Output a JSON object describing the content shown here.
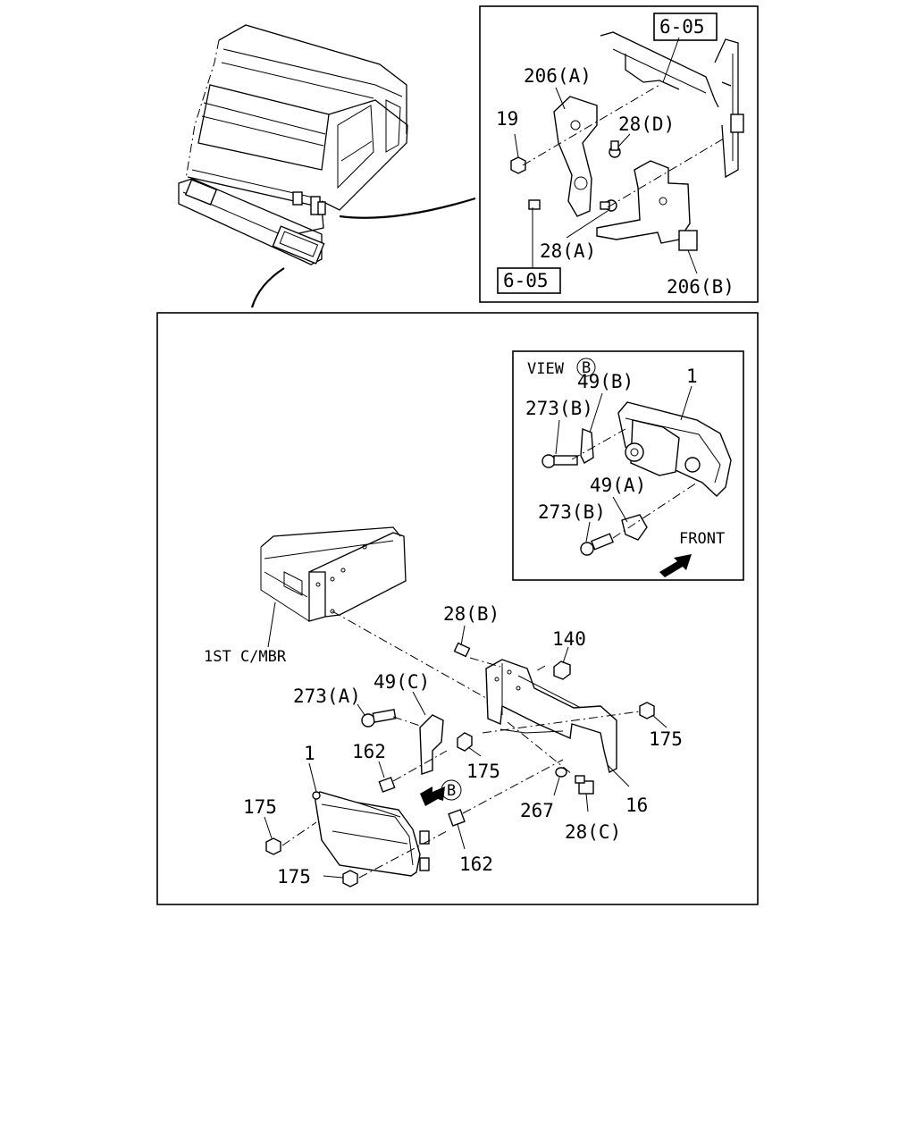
{
  "labels": {
    "ref_top": "6-05",
    "ref_bottom": "6-05",
    "p206a": "206(A)",
    "p19": "19",
    "p28d": "28(D)",
    "p28a": "28(A)",
    "p206b": "206(B)",
    "view_b": "VIEW",
    "view_b_circle": "B",
    "p49b": "49(B)",
    "p1_view": "1",
    "p273b_1": "273(B)",
    "p49a": "49(A)",
    "p273b_2": "273(B)",
    "front": "FRONT",
    "p28b": "28(B)",
    "p140": "140",
    "crossmember": "1ST C/MBR",
    "p273a": "273(A)",
    "p49c": "49(C)",
    "p175_right": "175",
    "p1_main": "1",
    "p162_upper": "162",
    "p175_mid": "175",
    "p175_left": "175",
    "b_marker": "B",
    "p267": "267",
    "p16": "16",
    "p28c": "28(C)",
    "p162_lower": "162",
    "p175_bottom": "175"
  }
}
